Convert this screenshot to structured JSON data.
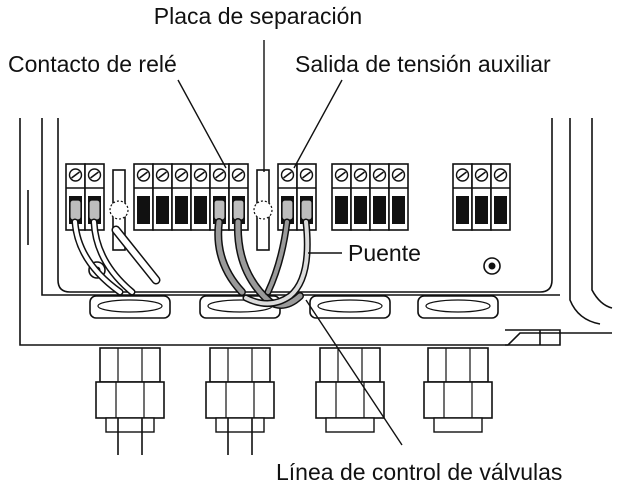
{
  "labels": {
    "separator_plate": "Placa de separación",
    "relay_contact": "Contacto de relé",
    "aux_voltage_output": "Salida de tensión auxiliar",
    "jumper": "Puente",
    "valve_control_line": "Línea de control de válvulas"
  },
  "colors": {
    "line": "#111111",
    "wire_gray": "#9a9a9a",
    "wire_light": "#dcdcdc",
    "background": "#ffffff"
  }
}
